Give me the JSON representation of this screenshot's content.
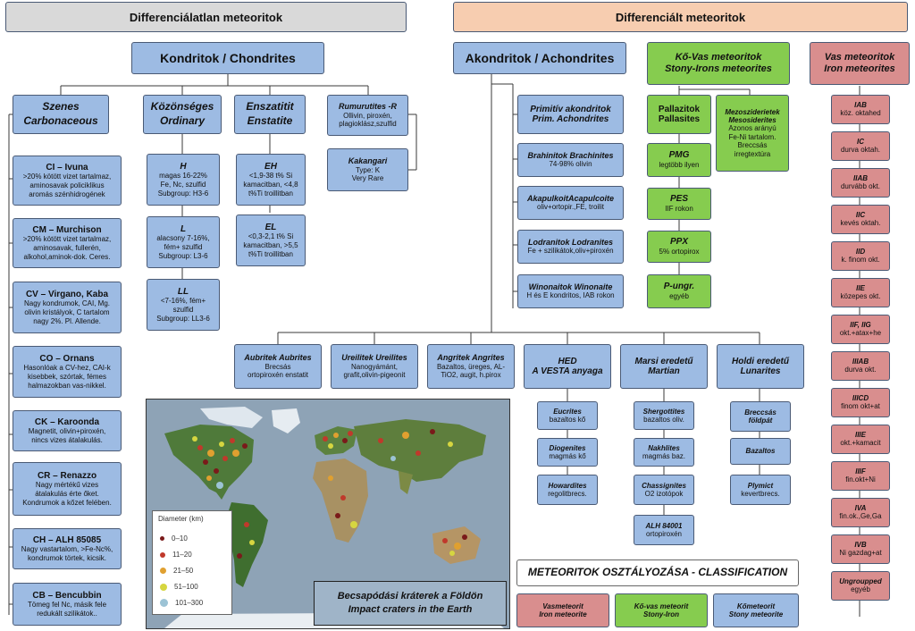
{
  "header": {
    "undiff": "Differenciálatlan meteoritok",
    "diff": "Differenciált meteoritok"
  },
  "chondrites": {
    "title": "Kondritok / Chondrites",
    "groups": [
      {
        "l1": "Szenes",
        "l2": "Carbonaceous"
      },
      {
        "l1": "Közönséges",
        "l2": "Ordinary"
      },
      {
        "l1": "Enszatitit",
        "l2": "Enstatite"
      }
    ],
    "rumurutites": {
      "t": "Rumurutites -R",
      "d1": "Ollivin, piroxén,",
      "d2": "plagioklász,szulfid"
    },
    "kakangari": {
      "t": "Kakangari",
      "d1": "Type: K",
      "d2": "Very Rare"
    },
    "carbonaceous": [
      {
        "t": "CI – Ivuna",
        "d": [
          ">20% kötött vizet tartalmaz,",
          "aminosavak policiklikus",
          "aromás szénhidrogének"
        ]
      },
      {
        "t": "CM – Murchison",
        "d": [
          ">20% kötött vizet tartalmaz,",
          "aminosavak, fullerén,",
          "alkohol,aminok-dok. Ceres."
        ]
      },
      {
        "t": "CV – Virgano, Kaba",
        "d": [
          "Nagy kondrumok, CAI, Mg.",
          "olivin kristályok, C tartalom",
          "nagy 2%. Pl. Allende."
        ]
      },
      {
        "t": "CO – Ornans",
        "d": [
          "Hasonlóak a CV-hez, CAI-k",
          "kisebbek, szórtak, fémes",
          "halmazokban vas-nikkel."
        ]
      },
      {
        "t": "CK – Karoonda",
        "d": [
          "Magnetit, olivin+piroxén,",
          "nincs vizes átalakulás."
        ]
      },
      {
        "t": "CR – Renazzo",
        "d": [
          "Nagy mértékű vizes",
          "átalakulás érte őket.",
          "Kondrumok a kőzet felében."
        ]
      },
      {
        "t": "CH – ALH 85085",
        "d": [
          "Nagy vastartalom, >Fe-Nc%,",
          "kondrumok törtek, kicsik."
        ]
      },
      {
        "t": "CB – Bencubbin",
        "d": [
          "Tömeg fel Nc, másik fele",
          "redukált szilikátok.."
        ]
      }
    ],
    "ordinary": [
      {
        "t": "H",
        "d": [
          "magas 16-22%",
          "Fe, Nc, szulfid",
          "Subgroup: H3-6"
        ]
      },
      {
        "t": "L",
        "d": [
          "alacsony 7-16%,",
          "fém+ szulfid",
          "Subgroup: L3-6"
        ]
      },
      {
        "t": "LL",
        "d": [
          "<7-16%, fém+",
          "szulfid",
          "Subgroup: LL3-6"
        ]
      }
    ],
    "enstatite": [
      {
        "t": "EH",
        "d": [
          "<1,9-38 t% Si",
          "kamacitban, <4,8",
          "t%Ti troillitban"
        ]
      },
      {
        "t": "EL",
        "d": [
          "<0,3-2,1 t% Si",
          "kamacitban, >5,5",
          "t%Ti troillitban"
        ]
      }
    ]
  },
  "achondrites": {
    "title": "Akondritok / Achondrites",
    "primitive": [
      {
        "t": "Primitív akondritok",
        "t2": "Prim. Achondrites",
        "d": ""
      },
      {
        "t": "Brahinitok Brachinites",
        "t2": "",
        "d": "74-98% olivin"
      },
      {
        "t": "AkapulkoitAcapulcoite",
        "t2": "",
        "d": "oliv+ortopir.,FE, troilit"
      },
      {
        "t": "Lodranitok Lodranites",
        "t2": "",
        "d": "Fe + szilikátok,oliv+piroxén"
      },
      {
        "t": "Winonaitok Winonaite",
        "t2": "",
        "d": "H és E kondritos, IAB rokon"
      }
    ],
    "row": [
      {
        "t": "Aubritek Aubrites",
        "d1": "Brecsás",
        "d2": "ortopiroxén enstatit"
      },
      {
        "t": "Ureilitek Ureilites",
        "d1": "Nanogyámánt,",
        "d2": "grafit,olivin-pigeonit"
      },
      {
        "t": "Angritek Angrites",
        "d1": "Bazaltos, üreges, AL-",
        "d2": "TiO2, augit, h.pirox"
      },
      {
        "t": "HED",
        "d1": "A VESTA anyaga",
        "d2": ""
      },
      {
        "t": "Marsi eredetű",
        "d1": "Martian",
        "d2": ""
      },
      {
        "t": "Holdi eredetű",
        "d1": "Lunarites",
        "d2": ""
      }
    ],
    "hed": [
      {
        "t": "Eucrites",
        "d": "bazaltos kő"
      },
      {
        "t": "Diogenites",
        "d": "magmás kő"
      },
      {
        "t": "Howardites",
        "d": "regolitbrecs."
      }
    ],
    "martian": [
      {
        "t": "Shergottites",
        "d": "bazaltos oliv."
      },
      {
        "t": "Nakhlites",
        "d": "magmás baz."
      },
      {
        "t": "Chassignites",
        "d": "O2 izotópok"
      },
      {
        "t": "ALH 84001",
        "d": "ortopiroxén"
      }
    ],
    "lunar": [
      {
        "t": "Breccsás",
        "d": "földpát"
      },
      {
        "t": "Bazaltos",
        "d": ""
      },
      {
        "t": "Plymict",
        "d": "kevertbrecs."
      }
    ]
  },
  "stony_iron": {
    "title1": "Kő-Vas meteoritok",
    "title2": "Stony-Irons meteorites",
    "pallasites": {
      "t1": "Pallazitok",
      "t2": "Pallasites"
    },
    "mesosiderites": {
      "t1": "Mezosziderietek",
      "t2": "Mesosiderites",
      "d": [
        "Azonos arányú",
        "Fe-Ni tartalom.",
        "Breccsás",
        "irregtextúra"
      ]
    },
    "items": [
      {
        "t": "PMG",
        "d": "legtöbb ilyen"
      },
      {
        "t": "PES",
        "d": "IIF rokon"
      },
      {
        "t": "PPX",
        "d": "5% ortopirox"
      },
      {
        "t": "P-ungr.",
        "d": "egyéb"
      }
    ]
  },
  "iron": {
    "title1": "Vas meteoritok",
    "title2": "Iron meteorites",
    "items": [
      {
        "t": "IAB",
        "d": "köz. oktahed"
      },
      {
        "t": "IC",
        "d": "durva oktah."
      },
      {
        "t": "IIAB",
        "d": "durvább okt."
      },
      {
        "t": "IIC",
        "d": "kevés oktah."
      },
      {
        "t": "IID",
        "d": "k. finom okt."
      },
      {
        "t": "IIE",
        "d": "közepes okt."
      },
      {
        "t": "IIF, IIG",
        "d": "okt.+atax+he"
      },
      {
        "t": "IIIAB",
        "d": "durva okt."
      },
      {
        "t": "IIICD",
        "d": "finom okt+at"
      },
      {
        "t": "IIIE",
        "d": "okt.+kamacit"
      },
      {
        "t": "IIIF",
        "d": "fin.okt+Ni"
      },
      {
        "t": "IVA",
        "d": "fin.ok.,Ge,Ga"
      },
      {
        "t": "IVB",
        "d": "Ni gazdag+at"
      },
      {
        "t": "Ungroupped",
        "d": "egyéb"
      }
    ]
  },
  "map": {
    "legend_title": "Diameter (km)",
    "legend": [
      {
        "label": "0–10",
        "color": "#7a1a1a"
      },
      {
        "label": "11–20",
        "color": "#c0392b"
      },
      {
        "label": "21–50",
        "color": "#e0a030"
      },
      {
        "label": "51–100",
        "color": "#d6d640"
      },
      {
        "label": "101–300",
        "color": "#9cc3d5"
      }
    ],
    "label1": "Becsapódási kráterek a Földön",
    "label2": "Impact craters in the Earth"
  },
  "classification": {
    "title": "METEORITOK OSZTÁLYOZÁSA - CLASSIFICATION",
    "items": [
      {
        "t1": "Vasmeteorit",
        "t2": "Iron meteorite"
      },
      {
        "t1": "Kő-vas meteorit",
        "t2": "Stony-Iron"
      },
      {
        "t1": "Kőmeteorit",
        "t2": "Stony meteorite"
      }
    ]
  }
}
